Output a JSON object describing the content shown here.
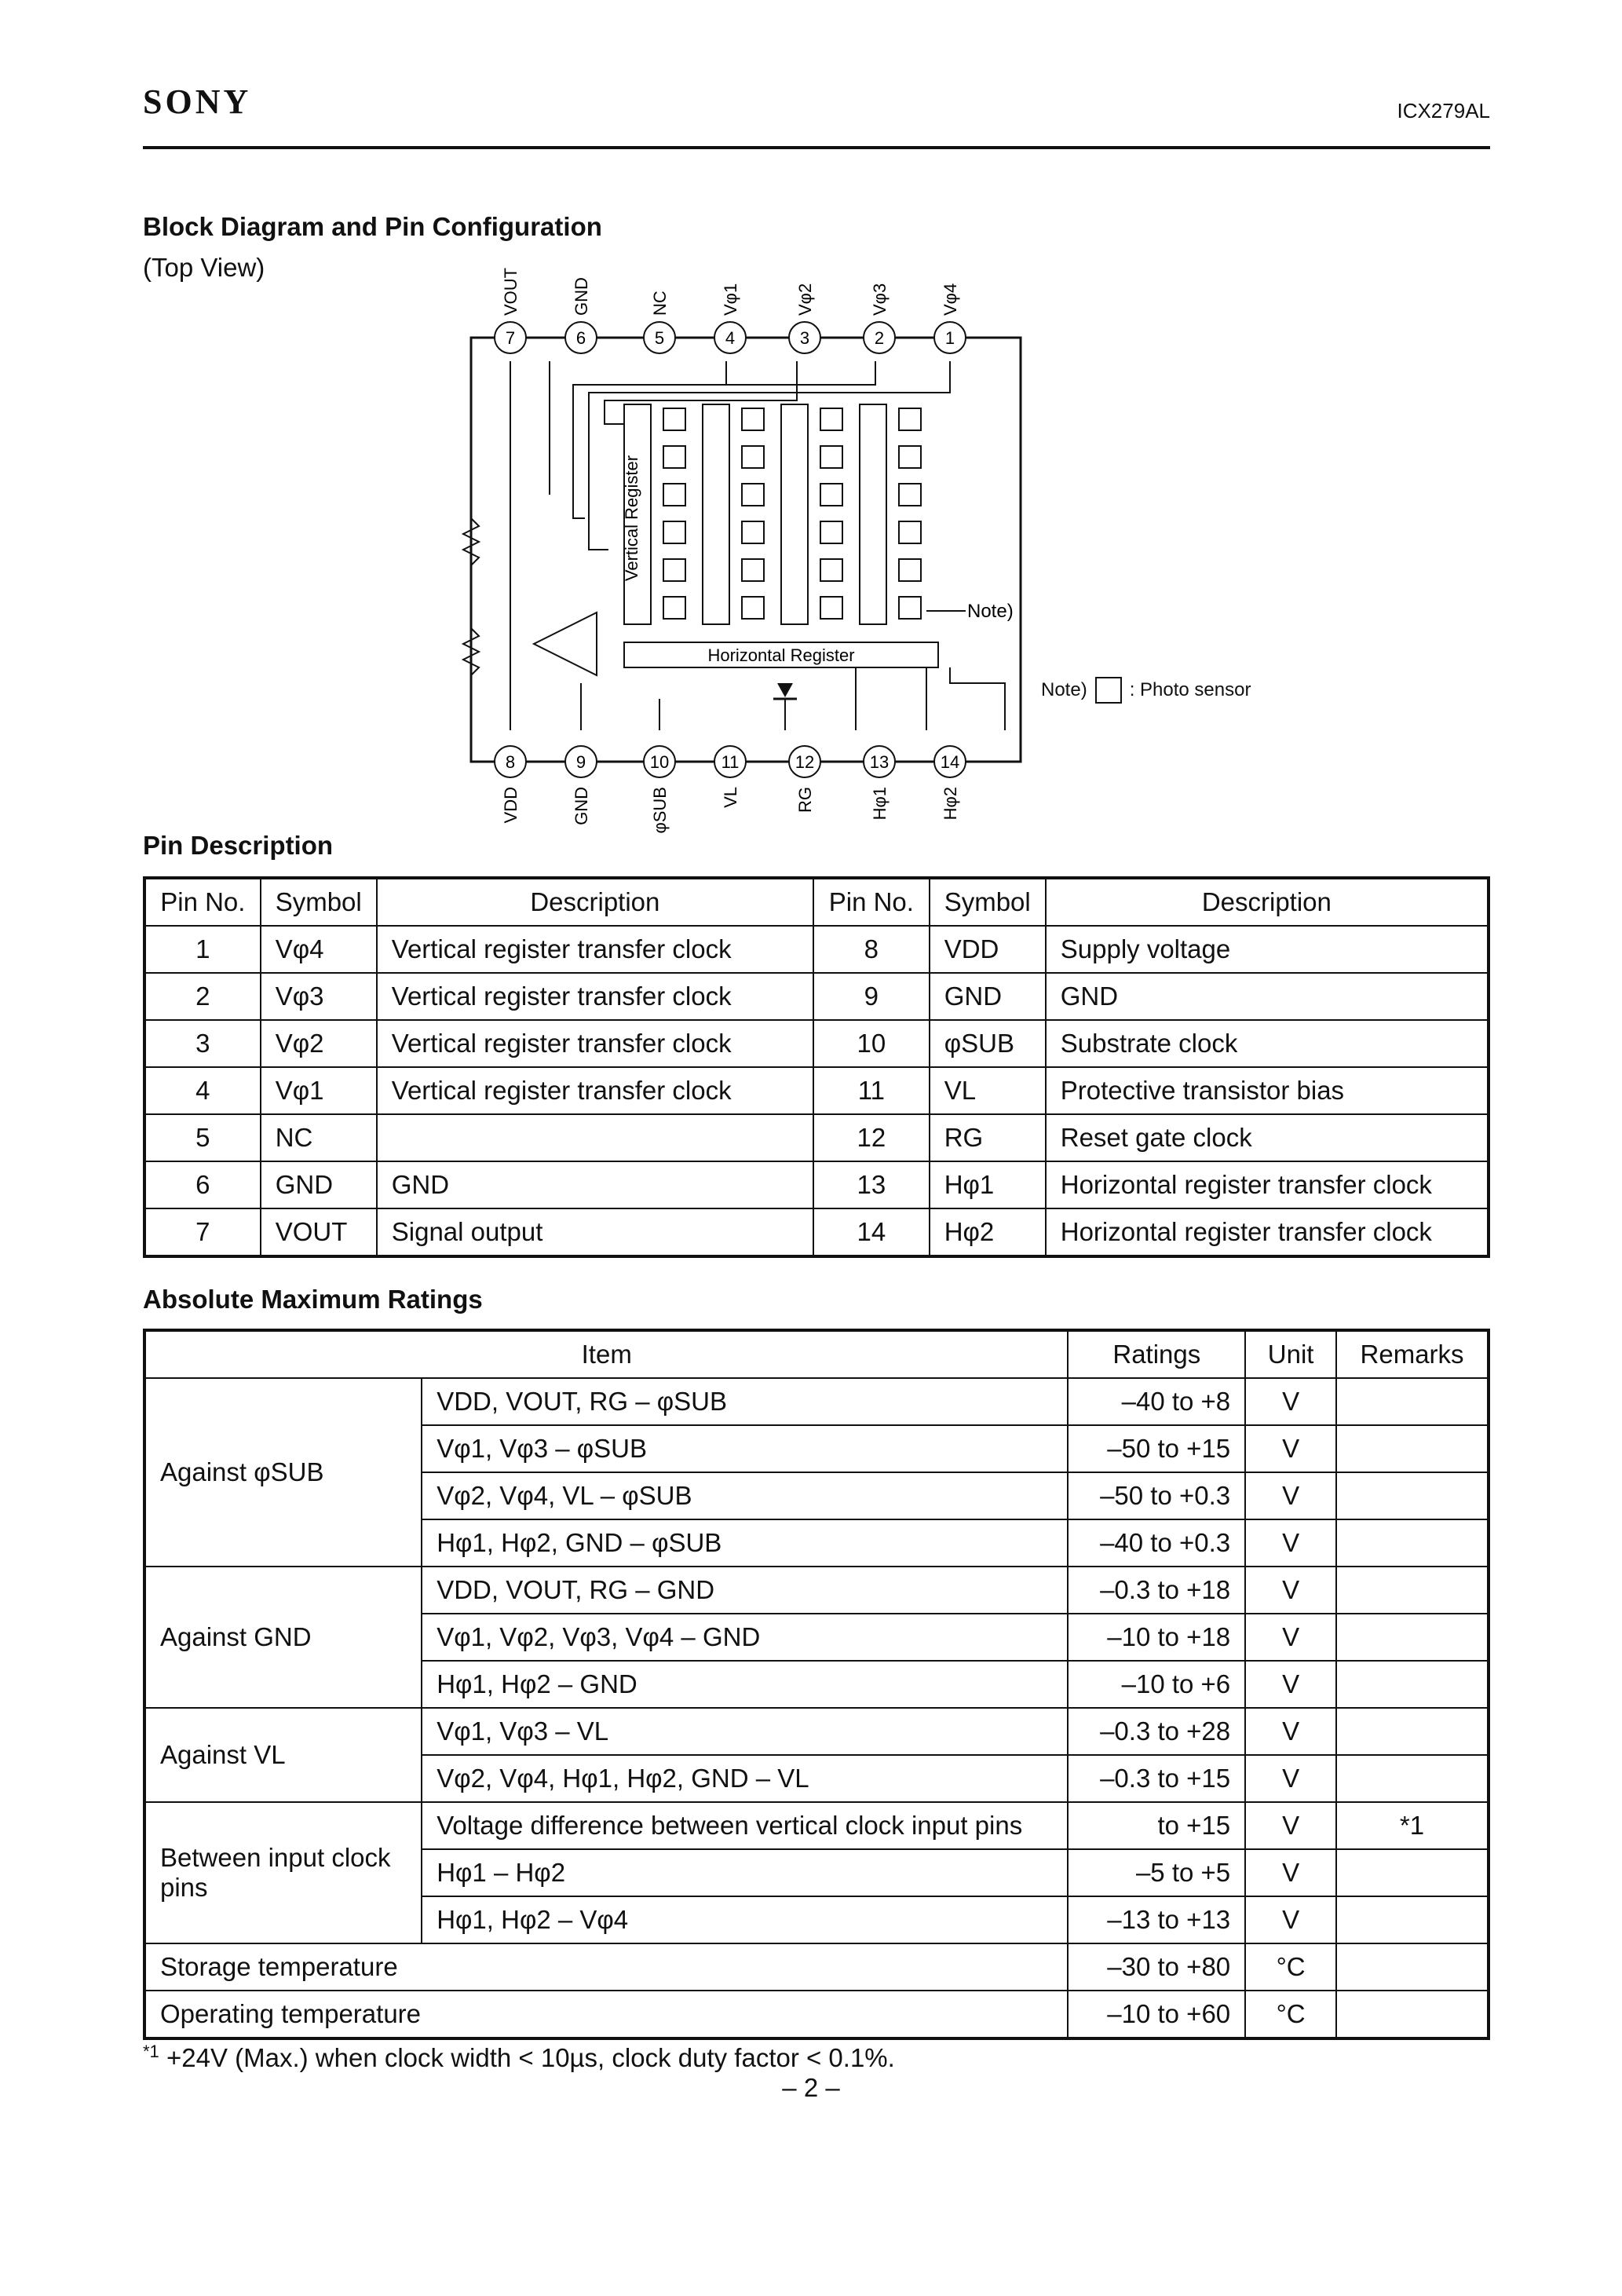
{
  "header": {
    "logo": "SONY",
    "part_number": "ICX279AL"
  },
  "block_diagram": {
    "title": "Block Diagram and Pin Configuration",
    "subtitle": "(Top View)",
    "top_pins": [
      {
        "num": "7",
        "label": "VOUT"
      },
      {
        "num": "6",
        "label": "GND"
      },
      {
        "num": "5",
        "label": "NC"
      },
      {
        "num": "4",
        "label": "Vφ1"
      },
      {
        "num": "3",
        "label": "Vφ2"
      },
      {
        "num": "2",
        "label": "Vφ3"
      },
      {
        "num": "1",
        "label": "Vφ4"
      }
    ],
    "bottom_pins": [
      {
        "num": "8",
        "label": "VDD"
      },
      {
        "num": "9",
        "label": "GND"
      },
      {
        "num": "10",
        "label": "φSUB"
      },
      {
        "num": "11",
        "label": "VL"
      },
      {
        "num": "12",
        "label": "RG"
      },
      {
        "num": "13",
        "label": "Hφ1"
      },
      {
        "num": "14",
        "label": "Hφ2"
      }
    ],
    "vertical_register_label": "Vertical Register",
    "horizontal_register_label": "Horizontal Register",
    "note_pointer": "Note)",
    "note_key_prefix": "Note)",
    "note_key_text": ": Photo sensor"
  },
  "pin_description": {
    "title": "Pin Description",
    "headers": [
      "Pin No.",
      "Symbol",
      "Description",
      "Pin No.",
      "Symbol",
      "Description"
    ],
    "rows": [
      {
        "n1": "1",
        "s1": "Vφ4",
        "d1": "Vertical register transfer clock",
        "n2": "8",
        "s2": "VDD",
        "d2": "Supply voltage"
      },
      {
        "n1": "2",
        "s1": "Vφ3",
        "d1": "Vertical register transfer clock",
        "n2": "9",
        "s2": "GND",
        "d2": "GND"
      },
      {
        "n1": "3",
        "s1": "Vφ2",
        "d1": "Vertical register transfer clock",
        "n2": "10",
        "s2": "φSUB",
        "d2": "Substrate clock"
      },
      {
        "n1": "4",
        "s1": "Vφ1",
        "d1": "Vertical register transfer clock",
        "n2": "11",
        "s2": "VL",
        "d2": "Protective transistor bias"
      },
      {
        "n1": "5",
        "s1": "NC",
        "d1": "",
        "n2": "12",
        "s2": "RG",
        "d2": "Reset gate clock"
      },
      {
        "n1": "6",
        "s1": "GND",
        "d1": "GND",
        "n2": "13",
        "s2": "Hφ1",
        "d2": "Horizontal register transfer clock"
      },
      {
        "n1": "7",
        "s1": "VOUT",
        "d1": "Signal output",
        "n2": "14",
        "s2": "Hφ2",
        "d2": "Horizontal register transfer clock"
      }
    ]
  },
  "abs_max": {
    "title": "Absolute Maximum Ratings",
    "headers": {
      "item": "Item",
      "ratings": "Ratings",
      "unit": "Unit",
      "remarks": "Remarks"
    },
    "groups": {
      "g1": "Against φSUB",
      "g2": "Against GND",
      "g3": "Against VL",
      "g4": "Between input clock pins"
    },
    "rows": [
      {
        "item": "VDD, VOUT, RG – φSUB",
        "rating": "–40 to +8",
        "unit": "V",
        "remark": ""
      },
      {
        "item": "Vφ1, Vφ3 – φSUB",
        "rating": "–50 to +15",
        "unit": "V",
        "remark": ""
      },
      {
        "item": "Vφ2, Vφ4, VL – φSUB",
        "rating": "–50 to +0.3",
        "unit": "V",
        "remark": ""
      },
      {
        "item": "Hφ1, Hφ2, GND – φSUB",
        "rating": "–40 to +0.3",
        "unit": "V",
        "remark": ""
      },
      {
        "item": "VDD, VOUT, RG – GND",
        "rating": "–0.3 to +18",
        "unit": "V",
        "remark": ""
      },
      {
        "item": "Vφ1, Vφ2, Vφ3, Vφ4 – GND",
        "rating": "–10 to +18",
        "unit": "V",
        "remark": ""
      },
      {
        "item": "Hφ1, Hφ2 – GND",
        "rating": "–10 to +6",
        "unit": "V",
        "remark": ""
      },
      {
        "item": "Vφ1, Vφ3 – VL",
        "rating": "–0.3 to +28",
        "unit": "V",
        "remark": ""
      },
      {
        "item": "Vφ2, Vφ4, Hφ1, Hφ2, GND – VL",
        "rating": "–0.3 to +15",
        "unit": "V",
        "remark": ""
      },
      {
        "item": "Voltage difference between vertical clock input pins",
        "rating": "to +15",
        "unit": "V",
        "remark": "*1"
      },
      {
        "item": "Hφ1 – Hφ2",
        "rating": "–5 to +5",
        "unit": "V",
        "remark": ""
      },
      {
        "item": "Hφ1, Hφ2 – Vφ4",
        "rating": "–13 to +13",
        "unit": "V",
        "remark": ""
      },
      {
        "item": "Storage temperature",
        "rating": "–30 to +80",
        "unit": "°C",
        "remark": ""
      },
      {
        "item": "Operating temperature",
        "rating": "–10 to +60",
        "unit": "°C",
        "remark": ""
      }
    ],
    "footnote_mark": "*1",
    "footnote_text": "+24V (Max.) when clock width < 10µs, clock duty factor < 0.1%."
  },
  "page_number": "– 2 –"
}
